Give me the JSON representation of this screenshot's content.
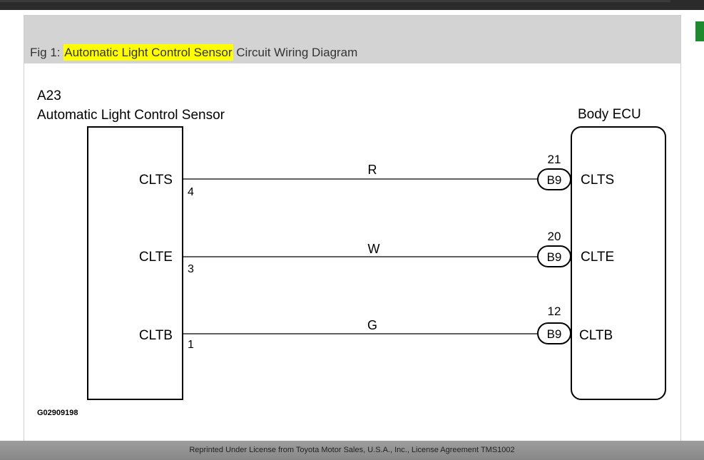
{
  "caption": {
    "prefix": "Fig 1: ",
    "highlight": "Automatic Light Control Sensor",
    "suffix": " Circuit Wiring Diagram"
  },
  "diagram": {
    "sensor_id": "A23",
    "sensor_name": "Automatic Light Control Sensor",
    "ecu_name": "Body ECU",
    "connector": "B9",
    "drawing_number": "G02909198",
    "wires": [
      {
        "signal": "CLTS",
        "sensor_pin": "4",
        "color_code": "R",
        "ecu_pin": "21"
      },
      {
        "signal": "CLTE",
        "sensor_pin": "3",
        "color_code": "W",
        "ecu_pin": "20"
      },
      {
        "signal": "CLTB",
        "sensor_pin": "1",
        "color_code": "G",
        "ecu_pin": "12"
      }
    ]
  },
  "footer": "Reprinted Under License from Toyota Motor Sales, U.S.A., Inc., License Agreement TMS1002",
  "colors": {
    "highlight": "#ffff00",
    "caption_bar": "#d3d3d3",
    "footer_bar": "#9d9d9d",
    "accent_tab": "#1d8a2e"
  }
}
